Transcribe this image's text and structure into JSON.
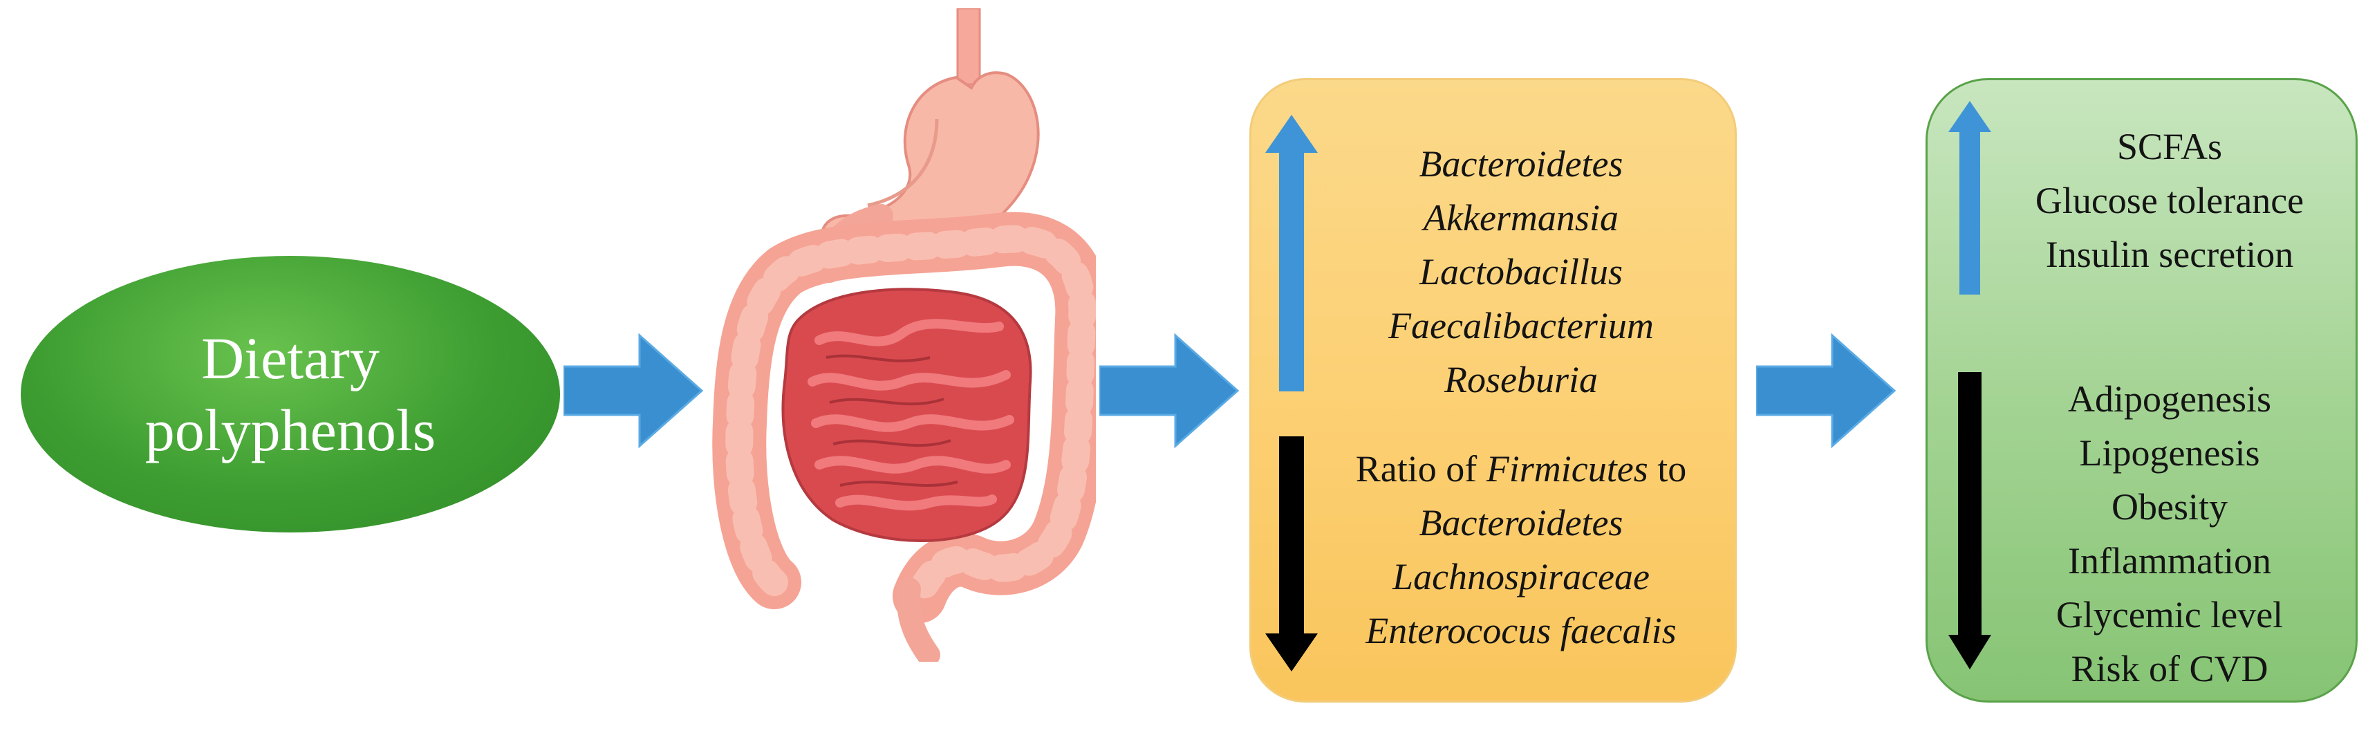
{
  "source": {
    "line1": "Dietary",
    "line2": "polyphenols"
  },
  "microbiota": {
    "increased": [
      "Bacteroidetes",
      "Akkermansia",
      "Lactobacillus",
      "Faecalibacterium",
      "Roseburia"
    ],
    "decreased_ratio": {
      "prefix": "Ratio of ",
      "term": "Firmicutes",
      "suffix": " to"
    },
    "decreased": [
      "Bacteroidetes",
      "Lachnospiraceae",
      "Enterococus faecalis"
    ]
  },
  "outcomes": {
    "increased": [
      "SCFAs",
      "Glucose tolerance",
      "Insulin secretion"
    ],
    "decreased": [
      "Adipogenesis",
      "Lipogenesis",
      "Obesity",
      "Inflammation",
      "Glycemic level",
      "Risk of CVD"
    ]
  },
  "colors": {
    "ellipse_green": "#3d9d31",
    "flow_arrow_blue": "#3a8fd0",
    "up_arrow_blue": "#3e94d6",
    "down_arrow_black": "#000000",
    "microbiota_box": "#fccf72",
    "outcome_box": "#a5d495"
  },
  "icons": {
    "digestive_tract": "digestive-tract-illustration"
  }
}
